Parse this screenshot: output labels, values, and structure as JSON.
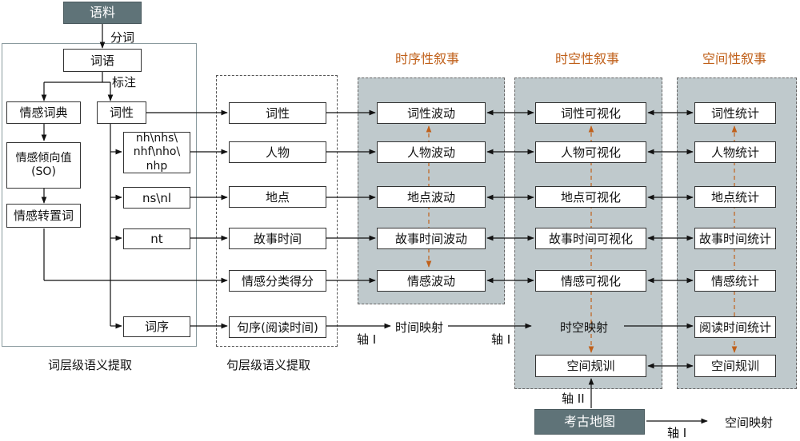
{
  "nodes": {
    "corpus": "语料",
    "words": "词语",
    "dict": "情感词典",
    "pos": "词性",
    "so": [
      "情感倾向值",
      "(SO)"
    ],
    "shifter": "情感转置词",
    "nh": [
      "nh\\nhs\\",
      "nhf\\nho\\",
      "nhp"
    ],
    "ns": "ns\\nl",
    "nt": "nt",
    "order": "词序",
    "s_pos": "词性",
    "s_person": "人物",
    "s_place": "地点",
    "s_time": "故事时间",
    "s_emo": "情感分类得分",
    "s_order": "句序(阅读时间)",
    "t_pos": "词性波动",
    "t_person": "人物波动",
    "t_place": "地点波动",
    "t_time": "故事时间波动",
    "t_emo": "情感波动",
    "st_pos": "词性可视化",
    "st_person": "人物可视化",
    "st_place": "地点可视化",
    "st_time": "故事时间可视化",
    "st_emo": "情感可视化",
    "st_plan": "空间规训",
    "sp_pos": "词性统计",
    "sp_person": "人物统计",
    "sp_place": "地点统计",
    "sp_time": "故事时间统计",
    "sp_emo": "情感统计",
    "sp_read": "阅读时间统计",
    "sp_plan": "空间规训",
    "map": "考古地图"
  },
  "labels": {
    "segment": "分词",
    "tag": "标注",
    "word_level": "词层级语义提取",
    "sent_level": "句层级语义提取",
    "time_map": "时间映射",
    "st_map": "时空映射",
    "space_map": "空间映射",
    "axis1_a": "轴 I",
    "axis1_b": "轴 I",
    "axis2": "轴 II",
    "axis1_c": "轴 I"
  },
  "headers": {
    "temporal": "时序性叙事",
    "spatiotemporal": "时空性叙事",
    "spatial": "空间性叙事"
  },
  "colors": {
    "dark_node": "#5f7378",
    "panel": "#bfc9cc",
    "header": "#c0601a",
    "dashed_arrow": "#c0601a"
  }
}
